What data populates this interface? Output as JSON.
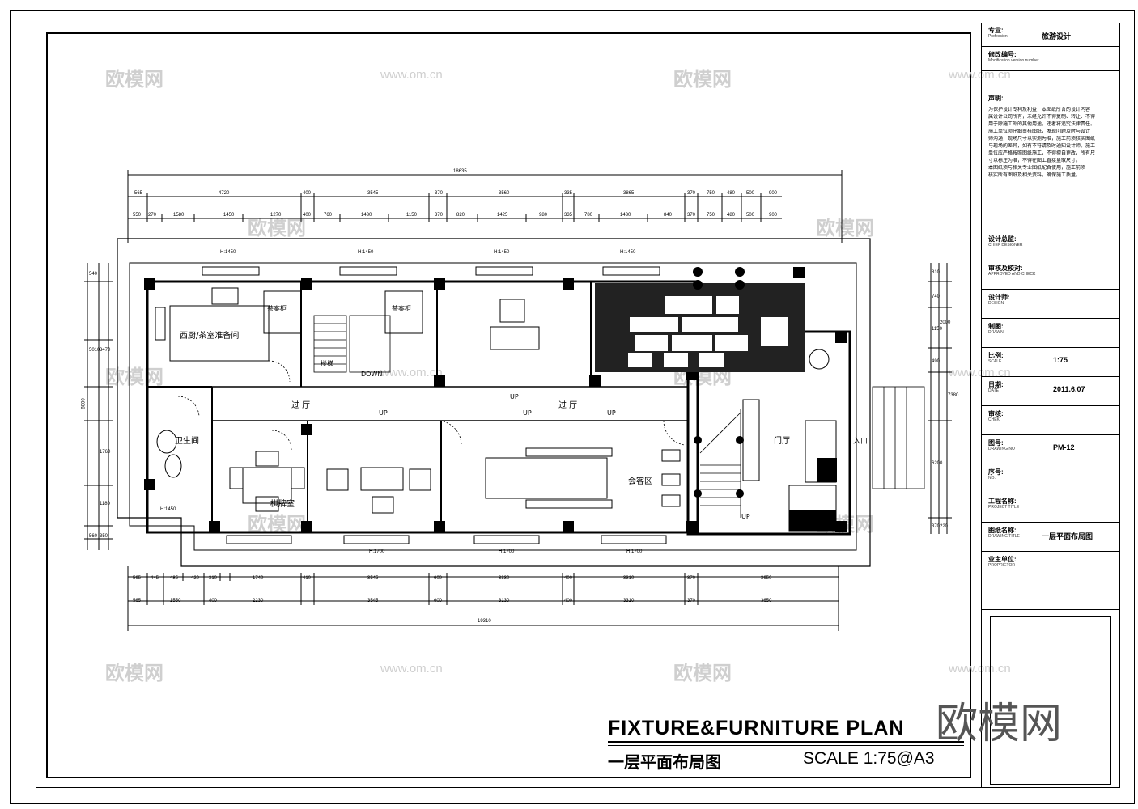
{
  "title_block": {
    "profession_label": "专业:",
    "profession_sub": "Profession",
    "profession_value": "旅游设计",
    "modification_label": "修改编号:",
    "modification_sub": "Modification version number",
    "notes_label": "声明:",
    "notes_lines": [
      "为保护设计专利及利益，本图纸所含的设计内容",
      "属设计公司所有，未经允许不得复制、转让、不得",
      "用于除施工外的其他用途，违者将追究法律责任。",
      "施工单位须仔细审核图纸，发现问题及时与设计",
      "师沟通，现场尺寸以实测为准，施工前须核实图纸",
      "与现场的差异，如有不符请及时通知设计师。施工",
      "单位应严格按照图纸施工，不得擅自更改，所有尺",
      "寸以标注为准，不得在图上直接量取尺寸。",
      "本图纸须与相关专业图纸配合使用，施工前须",
      "核实所有图纸及相关资料，确保施工质量。"
    ],
    "chief_designer_label": "设计总监:",
    "chief_designer_sub": "CHIEF DESIGNER",
    "approved_label": "审核及校对:",
    "approved_sub": "APPROVED AND CHECK",
    "design_label": "设计师:",
    "design_sub": "DESIGN",
    "drawn_label": "制图:",
    "drawn_sub": "DRAWN",
    "scale_label": "比例:",
    "scale_sub": "SCALE",
    "scale_value": "1:75",
    "date_label": "日期:",
    "date_sub": "DATE",
    "date_value": "2011.6.07",
    "check_label": "审核:",
    "check_sub": "CHEK",
    "drawing_no_label": "图号:",
    "drawing_no_sub": "DRAWING NO",
    "drawing_no_value": "PM-12",
    "no_label": "序号:",
    "no_sub": "NO.",
    "project_label": "工程名称:",
    "project_sub": "PROJECT TITLE",
    "drawing_title_label": "图纸名称:",
    "drawing_title_sub": "DRAWING TITLE",
    "drawing_title_value": "一层平面布局图",
    "proprietor_label": "业主单位:",
    "proprietor_sub": "PROPRIETOR"
  },
  "plan": {
    "title_en": "FIXTURE&FURNITURE PLAN",
    "title_cn": "一层平面布局图",
    "scale": "SCALE  1:75@A3",
    "rooms": {
      "kitchen": "西厨/茶室准备间",
      "corridor_left": "过  厅",
      "corridor_right": "过  厅",
      "toilet": "卫生间",
      "chess_room": "棋牌室",
      "reception": "会客区",
      "entry_hall": "门厅",
      "entrance": "入口",
      "stairs": "楼梯",
      "down": "DOWN",
      "cabinet1": "茶案柜",
      "cabinet2": "茶案柜"
    },
    "up_marks": [
      "UP",
      "UP",
      "UP",
      "UP",
      "UP"
    ],
    "dims_top_total": "18635",
    "dims_bottom_total": "19310",
    "dims_left_total": "8000",
    "dims_top_row1": [
      "565",
      "4720",
      "400",
      "3545",
      "370",
      "3560",
      "335",
      "3865",
      "370",
      "750",
      "480",
      "500",
      "900"
    ],
    "dims_top_row2": [
      "550",
      "270",
      "1580",
      "1450",
      "1270",
      "400",
      "760",
      "1430",
      "1150",
      "370",
      "820",
      "1425",
      "980",
      "335",
      "780",
      "1430",
      "840",
      "370",
      "750",
      "480",
      "500",
      "900"
    ],
    "dims_bottom_row1": [
      "565",
      "445",
      "485",
      "420",
      "310",
      "1740",
      "410",
      "3545",
      "600",
      "3330",
      "400",
      "3310",
      "370",
      "3650"
    ],
    "dims_bottom_row2": [
      "565",
      "1550",
      "400",
      "2230",
      "3545",
      "600",
      "3130",
      "400",
      "3310",
      "370",
      "3650"
    ],
    "dims_left": [
      "540",
      "5010",
      "3470",
      "1760",
      "1180",
      "560",
      "350"
    ],
    "dims_right": [
      "810",
      "740",
      "1150",
      "2000",
      "490",
      "6200",
      "7380",
      "370",
      "220"
    ],
    "window_tags": [
      "H:1450",
      "H:1450",
      "H:1450",
      "H:1450",
      "H:1450",
      "H:1700",
      "H:1700",
      "H:1700"
    ]
  },
  "watermarks": {
    "brand_cn": "欧模网",
    "url": "www.om.cn",
    "logo": "欧模网"
  }
}
